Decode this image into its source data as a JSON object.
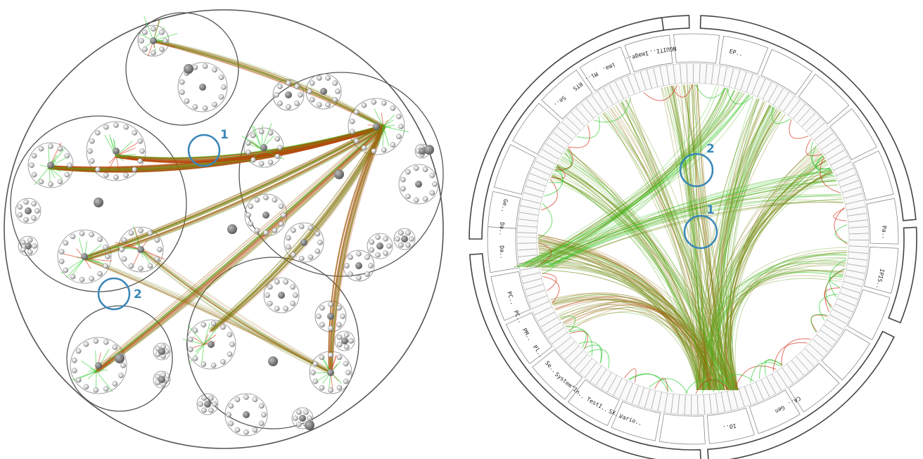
{
  "colors": {
    "edge_from": "#1fd61f",
    "edge_to": "#e8160c",
    "container_stroke": "#555555",
    "marker": "#3a87b8",
    "node_fill": "#d9d9d9",
    "node_dark": "#8a8a8a",
    "ring_box": "#ffffff",
    "ring_stroke": "#777777"
  },
  "left_view": {
    "markers": [
      {
        "label": "1"
      },
      {
        "label": "2"
      }
    ]
  },
  "right_view": {
    "markers": [
      {
        "label": "2"
      },
      {
        "label": "1"
      }
    ],
    "segment_labels": [
      "Se..",
      "RTS",
      "Mi..",
      "ima.",
      "Image..",
      "TI..",
      "Ge..",
      "Da..",
      "Da..",
      "NGUI",
      "EP..",
      "Pa..",
      "IPIS..",
      "CA..",
      "Gen",
      "IO..",
      "Vario..",
      "SX..",
      "TestI..",
      "System^In..",
      "Se..",
      "Pl..",
      "PM..",
      "PC..",
      "PC.."
    ]
  }
}
